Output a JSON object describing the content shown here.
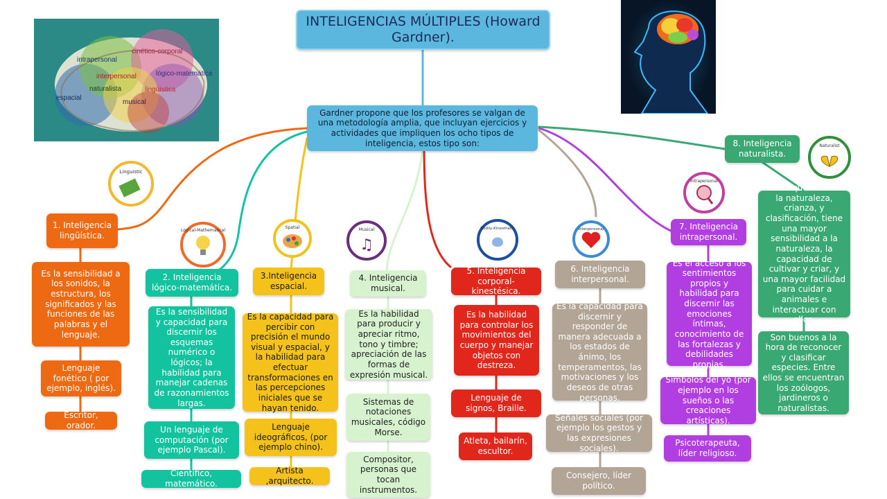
{
  "title": "INTELIGENCIAS MÚLTIPLES (Howard Gardner).",
  "central": "Gardner propone que los profesores se valgan de una metodología amplia, que incluyan ejercicios y actividades que impliquen los ocho tipos de inteligencia, estos tipo son:",
  "brain_image": {
    "labels": [
      "cinético-corporal",
      "intrapersonal",
      "lógico-matemática",
      "interpersonal",
      "naturalista",
      "lingüística",
      "espacial",
      "musical"
    ]
  },
  "badges": [
    "Linguistic",
    "Logical-Mathematical",
    "Spatial",
    "Musical",
    "Bodily-Kinesthetic",
    "Interpersonal",
    "Intrapersonal",
    "Naturalist"
  ],
  "intelligences": [
    {
      "name": "1. Inteligencia lingüística.",
      "definition": "Es la sensibilidad a los sonidos, la estructura, los significados y las funciones de las palabras y el lenguaje.",
      "example": "Lenguaje fonético ( por ejemplo, inglés).",
      "roles": "Escritor, orador.",
      "color": "#ee6a12"
    },
    {
      "name": "2. Inteligencia lógico-matemática.",
      "definition": "Es la sensibilidad y capacidad para discernir los esquemas numérico o lógicos; la habilidad para manejar cadenas de razonamientos largas.",
      "example": "Un lenguaje de computación (por ejemplo Pascal).",
      "roles": "Científico, matemático.",
      "color": "#13c3a0"
    },
    {
      "name": "3.Inteligencia espacial.",
      "definition": "Es la capacidad para percibir con precisión el mundo visual y espacial, y la habilidad para efectuar transformaciones en las percepciones iniciales que se hayan tenido.",
      "example": "Lenguaje ideográficos, (por ejemplo chino).",
      "roles": "Artista ,arquitecto.",
      "color": "#f4c21a"
    },
    {
      "name": "4. Inteligencia musical.",
      "definition": "Es la habilidad para producir y apreciar ritmo, tono y timbre; apreciación de las formas de expresión musical.",
      "example": "Sistemas de notaciones musicales, código Morse.",
      "roles": "Compositor, personas que tocan instrumentos.",
      "color": "#d7f2cf"
    },
    {
      "name": "5. Inteligencia corporal-kinestésica.",
      "definition": "Es la habilidad para controlar los movimientos del cuerpo y manejar objetos con destreza.",
      "example": "Lenguaje de signos, Braille.",
      "roles": "Atleta, bailarín, escultor.",
      "color": "#e1261c"
    },
    {
      "name": "6. Inteligencia interpersonal.",
      "definition": "Es la capacidad para discernir y responder de manera adecuada a los estados de ánimo, los temperamentos, las motivaciones y los deseos de otras personas.",
      "example": "Señales sociales (por ejemplo los gestos y las expresiones sociales).",
      "roles": "Consejero, líder político.",
      "color": "#b3a596"
    },
    {
      "name": "7. Inteligencia intrapersonal.",
      "definition": "Es el acceso a los sentimientos propios y habilidad para discernir las emociones íntimas, conocimiento de las fortalezas y debilidades propias.",
      "example": "Símbolos del yo (por ejemplo en los sueños o las creaciones artísticas).",
      "roles": "Psicoterapeuta, líder religioso.",
      "color": "#b13ee0"
    },
    {
      "name": "8. Inteligencia naturalista.",
      "definition": "Tiene que ver con la naturaleza, crianza, y clasificación, tiene una mayor sensibilidad a la naturaleza, la capacidad de cultivar y criar, y una mayor facilidad para cuidar a animales e interactuar con ellos.",
      "example": "Son buenos a la hora de reconocer y clasificar especies. Entre ellos se encuentran los zoólogos, jardineros o naturalistas.",
      "color": "#3aa873"
    }
  ]
}
